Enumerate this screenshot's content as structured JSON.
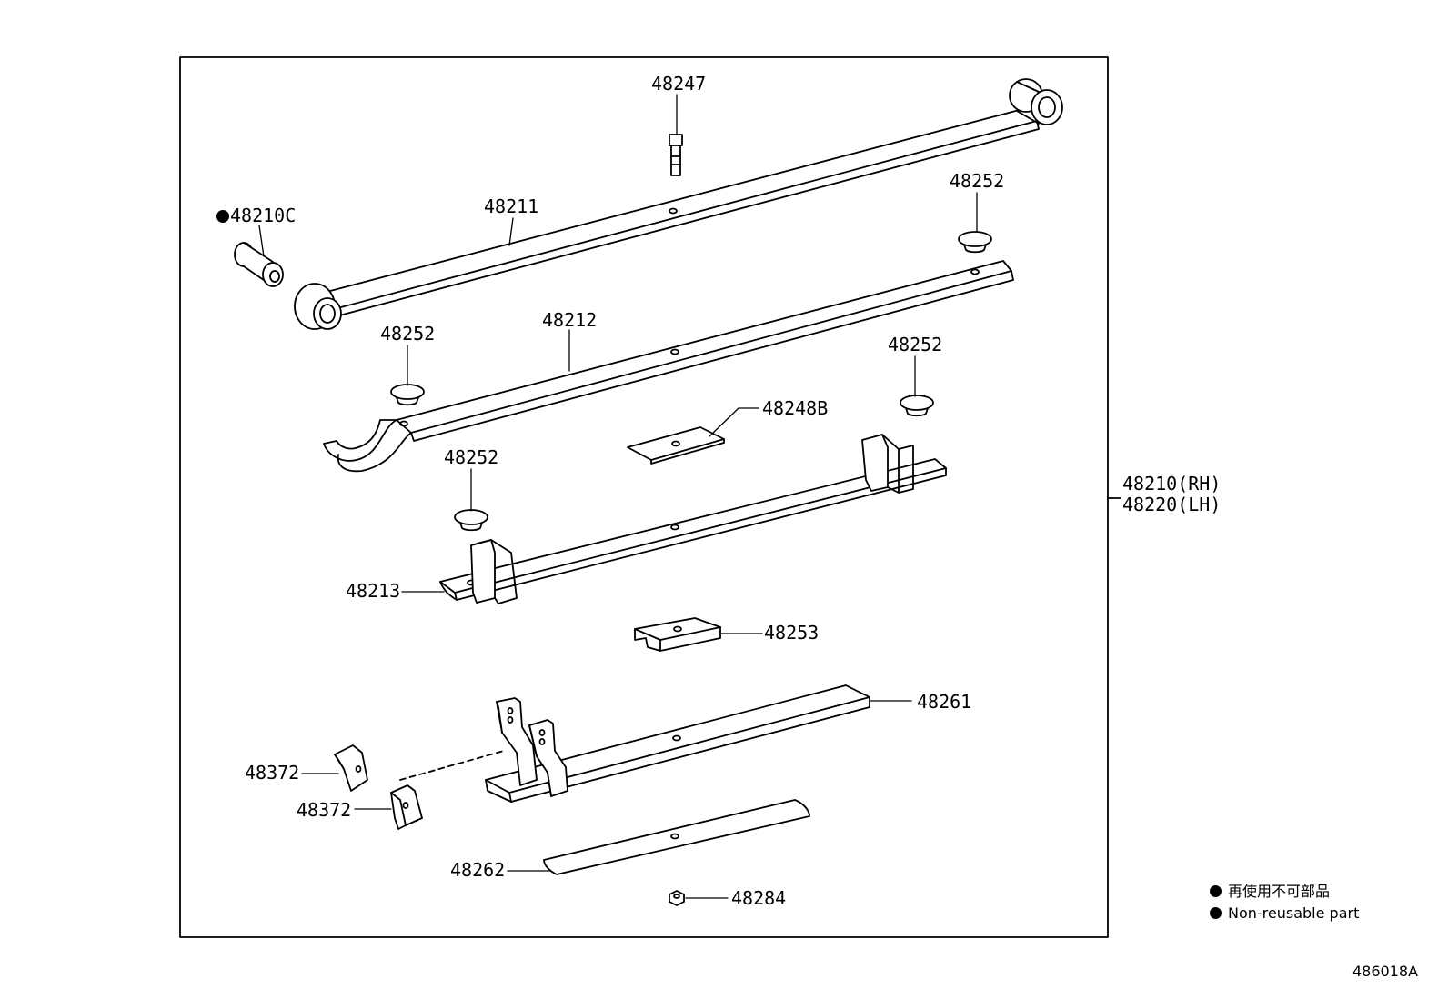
{
  "labels": {
    "p48247": "48247",
    "p48210c": "48210C",
    "p48211": "48211",
    "p48252_a": "48252",
    "p48252_b": "48252",
    "p48212": "48212",
    "p48252_c": "48252",
    "p48248b": "48248B",
    "p48252_d": "48252",
    "p48213": "48213",
    "p48253": "48253",
    "p48261": "48261",
    "p48372_a": "48372",
    "p48372_b": "48372",
    "p48262": "48262",
    "p48284": "48284",
    "assembly_rh": "48210(RH)",
    "assembly_lh": "48220(LH)"
  },
  "legend": {
    "item_jp": "再使用不可部品",
    "item_en": "Non-reusable part"
  },
  "diagram_code": "486018A",
  "colors": {
    "line": "#000000",
    "fill": "#ffffff"
  }
}
